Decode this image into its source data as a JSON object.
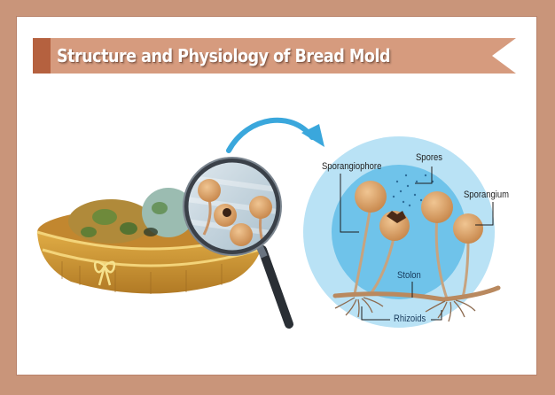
{
  "title": "Structure and Physiology of Bread Mold",
  "colors": {
    "frame": "#c9957a",
    "banner": "#d69b7e",
    "banner_accent": "#b5613f",
    "circle_outer": "#b9e2f5",
    "circle_inner": "#6fc3ea",
    "arrow": "#3aa7dc",
    "sporangium": "#d9a067"
  },
  "illustration": {
    "left": "Basket of moldy bread with magnifying glass",
    "right": "Magnified bread mold structure"
  },
  "labels": {
    "sporangiophore": "Sporangiophore",
    "spores": "Spores",
    "sporangium": "Sporangium",
    "stolon": "Stolon",
    "rhizoids": "Rhizoids"
  }
}
